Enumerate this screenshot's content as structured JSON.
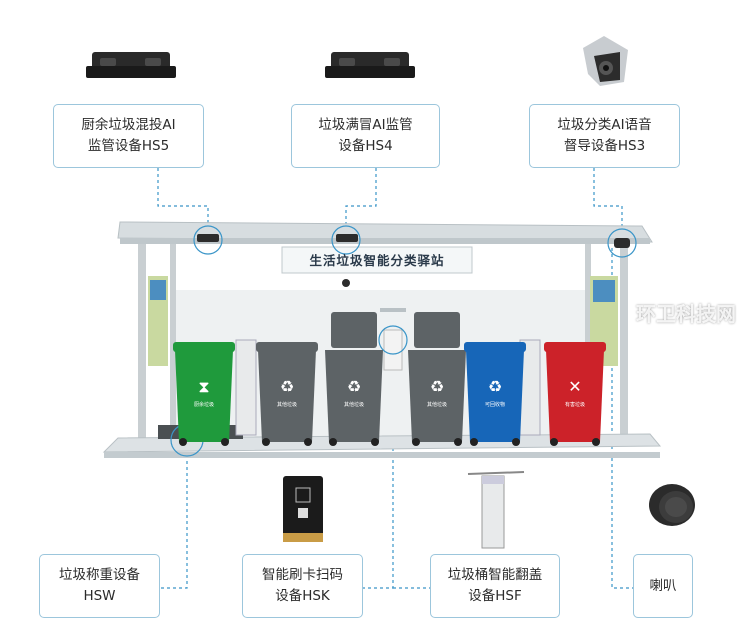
{
  "title": "生活垃圾智能分类驿站",
  "watermark": "环卫科技网",
  "labels": {
    "hs5": [
      "厨余垃圾混投AI",
      "监管设备HS5"
    ],
    "hs4": [
      "垃圾满冒AI监管",
      "设备HS4"
    ],
    "hs3": [
      "垃圾分类AI语音",
      "督导设备HS3"
    ],
    "hsw": [
      "垃圾称重设备",
      "HSW"
    ],
    "hsk": [
      "智能刷卡扫码",
      "设备HSK"
    ],
    "hsf": [
      "垃圾桶智能翻盖",
      "设备HSF"
    ],
    "speaker": "喇叭"
  },
  "bins": [
    {
      "label": "厨余垃圾",
      "color": "#1f9a3c",
      "symbol": "hourglass"
    },
    {
      "label": "其他垃圾",
      "color": "#5d6366",
      "symbol": "recycle"
    },
    {
      "label": "其他垃圾",
      "color": "#5d6366",
      "symbol": "recycle"
    },
    {
      "label": "其他垃圾",
      "color": "#5d6366",
      "symbol": "recycle"
    },
    {
      "label": "可回收物",
      "color": "#1766b8",
      "symbol": "recycle"
    },
    {
      "label": "有害垃圾",
      "color": "#cc2229",
      "symbol": "cross"
    }
  ],
  "colors": {
    "border": "#9cc6dc",
    "connector": "#3a95c8",
    "roof": "#d7dde0"
  }
}
